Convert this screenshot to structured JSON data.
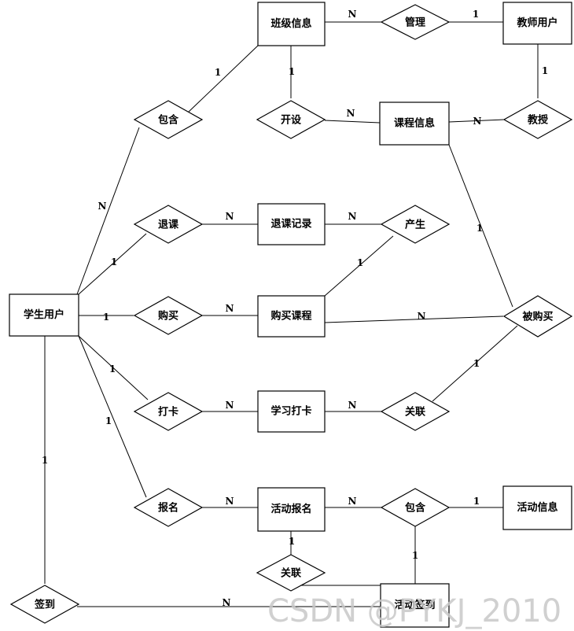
{
  "entities": {
    "class_info": "班级信息",
    "teacher_user": "教师用户",
    "course_info": "课程信息",
    "drop_record": "退课记录",
    "purchased_course": "购买课程",
    "student_user": "学生用户",
    "study_checkin": "学习打卡",
    "activity_signup": "活动报名",
    "activity_info": "活动信息",
    "activity_checkin": "活动签到"
  },
  "relationships": {
    "manage": "管理",
    "contain_top": "包含",
    "open": "开设",
    "teach": "教授",
    "drop_course": "退课",
    "produce": "产生",
    "buy": "购买",
    "purchased": "被购买",
    "checkin": "打卡",
    "associate_mid": "关联",
    "signup": "报名",
    "contain_bottom": "包含",
    "associate_bottom": "关联",
    "sign_in": "签到"
  },
  "cardinalities": {
    "class_manage": "N",
    "manage_teacher": "1",
    "class_open": "1",
    "open_course": "N",
    "course_teach": "N",
    "teach_teacher": "1",
    "contain_class": "1",
    "student_contain": "N",
    "student_drop": "1",
    "drop_record": "N",
    "record_produce": "N",
    "produce_purchased": "1",
    "student_buy": "1",
    "buy_purchased": "N",
    "course_purchased": "1",
    "purchased_purchased": "N",
    "student_checkin": "1",
    "checkin_study": "N",
    "study_associate": "N",
    "associate_purchased": "1",
    "student_signup": "1",
    "signup_activity": "N",
    "activity_contain": "N",
    "contain_info": "1",
    "activity_associate": "1",
    "contain_checkin": "1",
    "student_signin": "1",
    "signin_checkin": "N"
  },
  "watermark": "CSDN @PYKJ_2010"
}
